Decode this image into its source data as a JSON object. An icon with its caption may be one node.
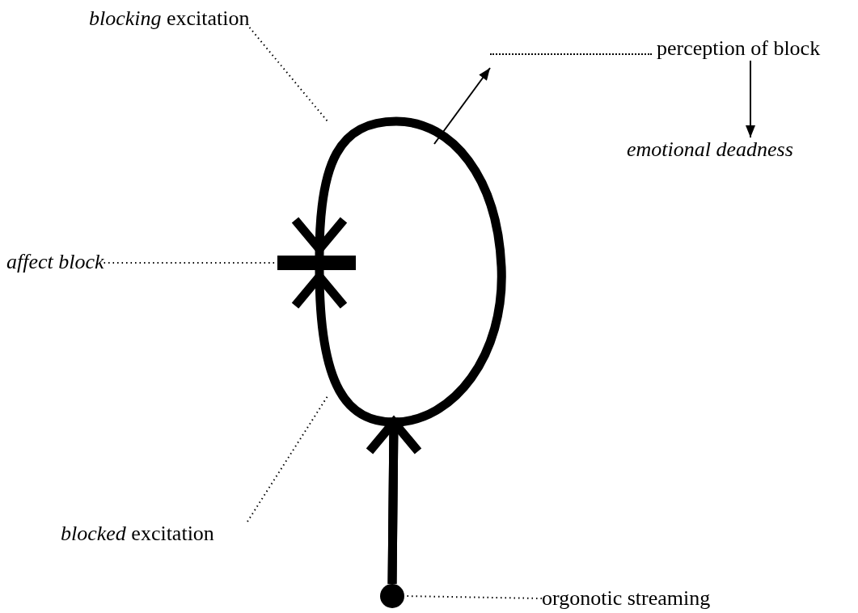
{
  "diagram": {
    "nodes": [
      {
        "text": [
          "*blocking* excitation"
        ]
      },
      {
        "text": [
          "perception of block"
        ]
      },
      {
        "text": [
          "emotional deadness"
        ]
      },
      {
        "text": [
          "affect block"
        ]
      },
      {
        "text": [
          "*blocked* excitation"
        ]
      },
      {
        "text": [
          "orgonotic streaming"
        ]
      },
      {
        "text": [],
        "shape": "bar"
      },
      {
        "text": [],
        "shape": "circle"
      }
    ],
    "edges": [
      {
        "from": 7,
        "to": 6,
        "arrow": "to",
        "style": "thick"
      },
      {
        "from": 7,
        "to": 6,
        "arrow": "to",
        "style": "thick"
      },
      {
        "from": null,
        "to": 1,
        "arrow": "to"
      },
      {
        "from": 1,
        "to": 2,
        "arrow": "to"
      },
      {
        "from": 0,
        "to": null,
        "arrow": "none",
        "style": "dashed"
      },
      {
        "from": 3,
        "to": 6,
        "arrow": "none",
        "style": "dashed"
      },
      {
        "from": 4,
        "to": null,
        "arrow": "none",
        "style": "dashed"
      },
      {
        "from": 5,
        "to": 7,
        "arrow": "none",
        "style": "dashed"
      }
    ]
  }
}
